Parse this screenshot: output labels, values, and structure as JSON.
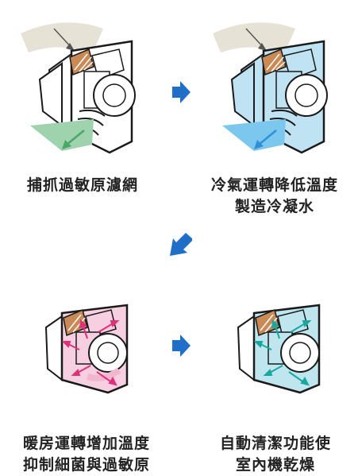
{
  "steps": [
    {
      "lines": [
        "捕抓過敏原濾網"
      ],
      "tint": "#ffffff",
      "accent": "#4aa66a",
      "flow": "#9fd3ad"
    },
    {
      "lines": [
        "冷氣運轉降低溫度",
        "製造冷凝水"
      ],
      "tint": "#bfe3f3",
      "accent": "#2f8fd8",
      "flow": "#7cc7ee"
    },
    {
      "lines": [
        "暖房運轉增加溫度",
        "抑制細菌與過敏原"
      ],
      "tint": "#f6cfe0",
      "accent": "#e0307a",
      "flow": "#f3b6cf"
    },
    {
      "lines": [
        "自動清潔功能使",
        "室內機乾燥"
      ],
      "tint": "#bfe6ee",
      "accent": "#18a8a0",
      "flow": "#bfe6ee"
    }
  ],
  "colors": {
    "arrow": "#1f6fc8",
    "filter": "#c98a56",
    "outline": "#1a1a1a"
  }
}
